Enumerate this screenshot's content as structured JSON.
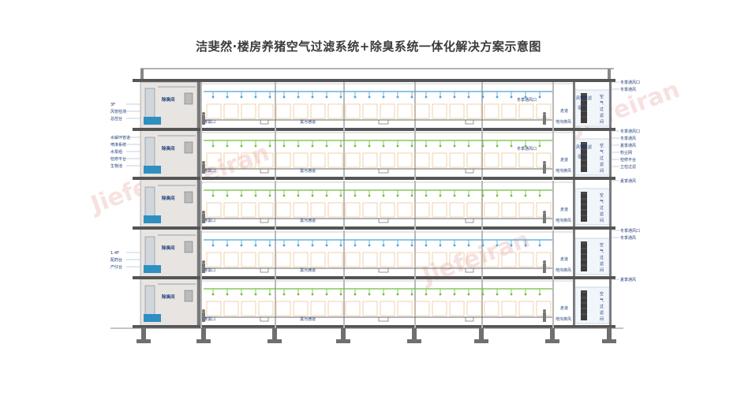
{
  "title": "洁斐然·楼房养猪空气过滤系统+除臭系统一体化解决方案示意图",
  "watermark": "Jiefeiran",
  "floors": [
    {
      "room": "除臭间",
      "outlet": "排臭口",
      "corridor": "臭污通道",
      "walk": "走道",
      "exhaust": "地沟排风",
      "vent": "冬季通风口",
      "filter_box": "风管过滤",
      "filter_box2": "湿帘",
      "filter_room": "空气过滤间",
      "right_labels": [
        "冬季通风口",
        "冬季通风"
      ],
      "left_labels": [
        "3F",
        "风管检测",
        "总控台"
      ]
    },
    {
      "room": "除臭间",
      "outlet": "排臭口",
      "corridor": "臭污通道",
      "walk": "走道",
      "exhaust": "地沟排风",
      "vent": "冬季通风口",
      "filter_box": "风管过滤",
      "filter_box2": "湿帘",
      "filter_room": "空气过滤间",
      "right_labels": [
        "冬季通风口",
        "冬季通风",
        "夏季通风",
        "粉尘网",
        "检修平台",
        "立柱过滤"
      ],
      "left_labels": [
        "水解环管道",
        "喷淋系统",
        "水泵组",
        "检修平台",
        "生物池"
      ]
    },
    {
      "room": "除臭间",
      "outlet": "排臭口",
      "corridor": "臭污通道",
      "walk": "走道",
      "exhaust": "地沟排风",
      "vent": "",
      "filter_box": "",
      "filter_box2": "",
      "filter_room": "空气过滤间",
      "right_labels": [
        "夏季通风"
      ],
      "left_labels": []
    },
    {
      "room": "除臭间",
      "outlet": "排臭口",
      "corridor": "臭污通道",
      "walk": "走道",
      "exhaust": "地沟排风",
      "vent": "",
      "filter_box": "",
      "filter_box2": "",
      "filter_room": "空气过滤间",
      "right_labels": [
        "冬季通风口",
        "冬季通风"
      ],
      "left_labels": [
        "1-4F",
        "配药台",
        "产仔台"
      ]
    },
    {
      "room": "除臭间",
      "outlet": "排臭口",
      "corridor": "臭污通道",
      "walk": "走道",
      "exhaust": "地沟排风",
      "vent": "",
      "filter_box": "",
      "filter_box2": "",
      "filter_room": "空气过滤间",
      "right_labels": [
        "夏季通风"
      ],
      "left_labels": []
    }
  ],
  "colors": {
    "wall": "#7a7a7a",
    "floor_slab": "#555555",
    "cold_duct": "#4aa3d8",
    "warm_duct": "#6fbf3a",
    "pen": "#e8c08a",
    "filter": "#3d3d3d",
    "label": "#1f3d7a",
    "room_fill": "#e7e4e2",
    "water": "#2f8fc0"
  }
}
